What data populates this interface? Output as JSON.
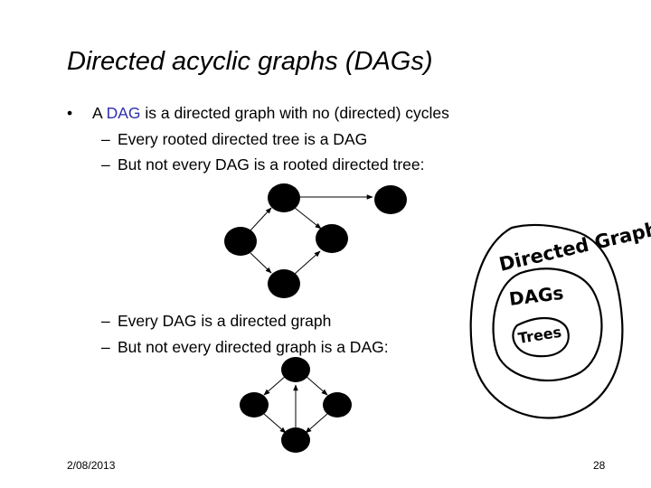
{
  "slide": {
    "title": "Directed acyclic graphs (DAGs)",
    "bullet": {
      "marker": "•",
      "prefix": "A ",
      "term": "DAG",
      "suffix": " is a directed graph with no (directed) cycles"
    },
    "subpoints": [
      {
        "marker": "–",
        "text": "Every rooted directed tree is a DAG"
      },
      {
        "marker": "–",
        "text": "But not every DAG is a rooted directed tree:"
      },
      {
        "marker": "–",
        "text": "Every DAG is a directed graph"
      },
      {
        "marker": "–",
        "text": "But not every directed graph is a DAG:"
      }
    ],
    "annotation": {
      "outer": "Directed Graphs",
      "middle": "DAGs",
      "inner": "Trees"
    }
  },
  "footer": {
    "date": "2/08/2013",
    "page": "28"
  },
  "colors": {
    "accent": "#2f2fb0",
    "node": "#000000",
    "ink": "#000000"
  }
}
